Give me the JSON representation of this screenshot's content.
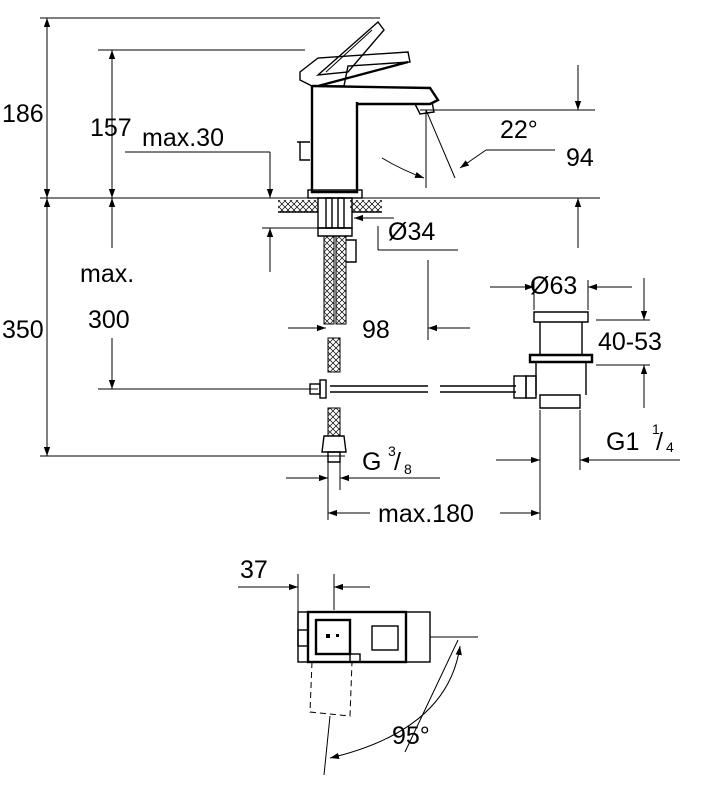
{
  "dimensions": {
    "total_height": "186",
    "spout_height": "157",
    "deck_thickness": "max.30",
    "spout_angle": "22°",
    "spout_reach": "94",
    "hole_diameter": "Ø34",
    "below_label": "max.",
    "below_value": "300",
    "below_total": "350",
    "drain_offset": "98",
    "waste_diameter": "Ø63",
    "waste_range": "40-53",
    "supply_thread_main": "G",
    "supply_thread_num": "3",
    "supply_thread_den": "8",
    "waste_thread_main": "G1",
    "waste_thread_num": "1",
    "waste_thread_den": "4",
    "rod_length": "max.180",
    "lever_offset": "37",
    "lever_rotation": "95°"
  },
  "colors": {
    "line": "#000000",
    "background": "#ffffff"
  }
}
